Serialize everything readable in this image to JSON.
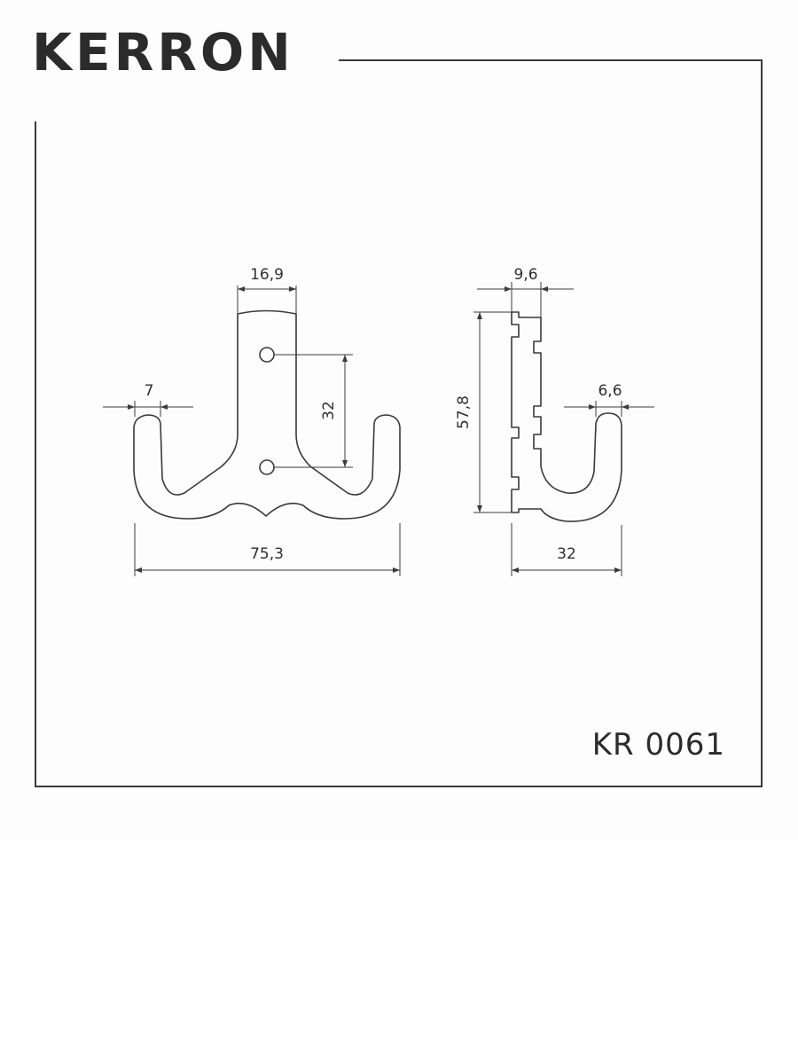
{
  "brand": "KERRON",
  "model_code": "KR 0061",
  "front_view": {
    "dimensions": {
      "plate_width": "16,9",
      "hole_spacing": "32",
      "hook_thickness": "7",
      "overall_width": "75,3"
    }
  },
  "side_view": {
    "dimensions": {
      "plate_depth": "9,6",
      "height": "57,8",
      "hook_thickness": "6,6",
      "projection": "32"
    }
  },
  "colors": {
    "line": "#3a3a3a",
    "text": "#2b2b2b",
    "background": "#fdfdfd"
  }
}
